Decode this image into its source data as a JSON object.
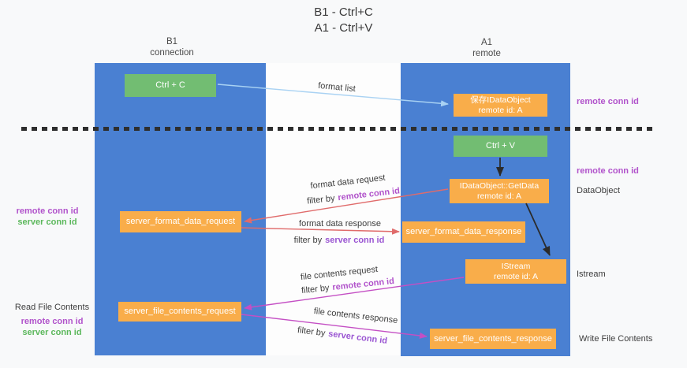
{
  "title": {
    "line1": "B1 - Ctrl+C",
    "line2": "A1 - Ctrl+V"
  },
  "lanes": {
    "left": {
      "name": "B1",
      "sub": "connection"
    },
    "right": {
      "name": "A1",
      "sub": "remote"
    }
  },
  "boxes": {
    "ctrl_c": "Ctrl + C",
    "ctrl_v": "Ctrl + V",
    "save_dataobject": {
      "line1": "保存IDataObject",
      "line2": "remote id: A"
    },
    "getdata": {
      "line1": "IDataObject::GetData",
      "line2": "remote id: A"
    },
    "istream": {
      "line1": "IStream",
      "line2": "remote id: A"
    },
    "format_request": "server_format_data_request",
    "format_response": "server_format_data_response",
    "file_request": "server_file_contents_request",
    "file_response": "server_file_contents_response"
  },
  "arrow_labels": {
    "format_list": "format list",
    "format_data_request": "format data request",
    "format_data_response": "format data response",
    "file_contents_request": "file contents request",
    "file_contents_response": "file contents response",
    "filter_by": "filter by",
    "remote_conn_id": "remote conn id",
    "server_conn_id": "server conn id"
  },
  "side_labels": {
    "remote_conn_id": "remote conn id",
    "server_conn_id": "server conn id",
    "dataobject": "DataObject",
    "istream": "Istream",
    "read_file_contents": "Read File Contents",
    "write_file_contents": "Write File Contents"
  },
  "colors": {
    "lane_blue": "#4a80d2",
    "box_orange": "#f9ad4a",
    "box_green": "#72bd72",
    "remote_purple": "#b153cb",
    "server_violet": "#9a55d2",
    "server_green": "#5cb85c",
    "arrow_red": "#e06b6b",
    "arrow_magenta": "#c44fc4",
    "arrow_lightblue": "#a9d2f3",
    "arrow_black": "#2b2b2b"
  }
}
